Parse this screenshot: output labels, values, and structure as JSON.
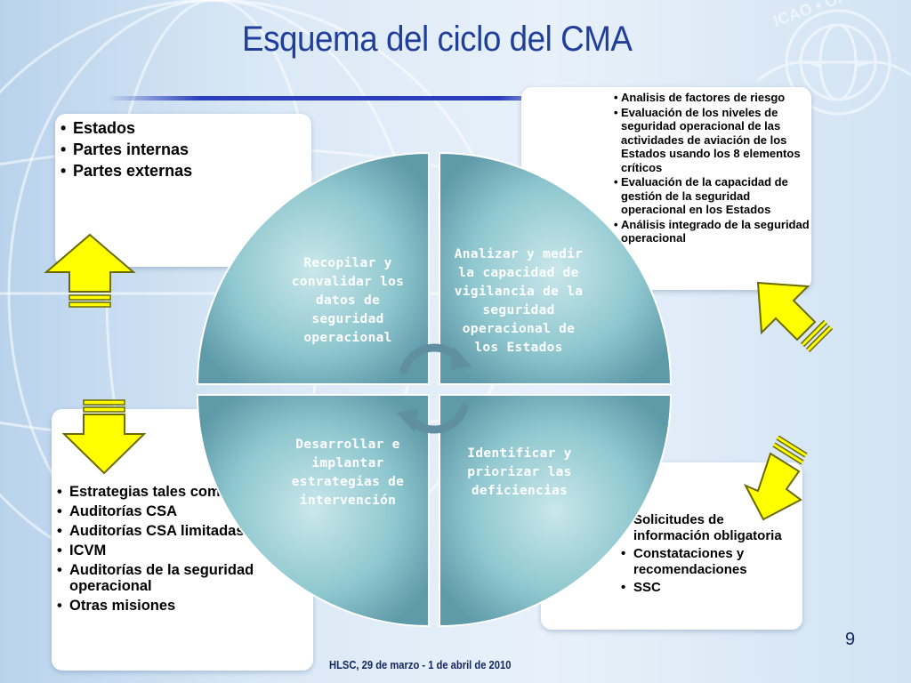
{
  "slide": {
    "title": "Esquema del ciclo del CMA",
    "page_number": "9",
    "footer": "HLSC, 29  de marzo - 1 de abril de 2010"
  },
  "colors": {
    "title": "#1f3f9a",
    "cycle_fill": "#8fc7cf",
    "arrow_fill": "#ffff00",
    "arrow_stroke": "#6a6a00"
  },
  "boxes": {
    "top_left": {
      "items": [
        "Estados",
        "Partes internas",
        "Partes externas"
      ]
    },
    "top_right": {
      "items": [
        "Analisis de factores de riesgo",
        "Evaluación de los niveles de seguridad operacional de las actividades de aviación de los Estados usando los 8 elementos críticos",
        "Evaluación de la capacidad de gestión de la seguridad operacional en los Estados",
        "Análisis integrado de la seguridad operacional"
      ]
    },
    "bottom_left": {
      "items": [
        "Estrategias tales como:",
        "Auditorías CSA",
        "Auditorías CSA limitadas",
        "ICVM",
        "Auditorías de la seguridad operacional",
        "Otras misiones"
      ]
    },
    "bottom_right": {
      "lead": "Solicitudes de información obligatoria",
      "items": [
        "Constataciones y recomendaciones",
        "SSC"
      ]
    }
  },
  "cycle": {
    "q1": "Recopilar y convalidar los datos de seguridad operacional",
    "q2": "Analizar y medir la capacidad de vigilancia de la seguridad operacional de los Estados",
    "q3": "Desarrollar e implantar estrategias de intervención",
    "q4": "Identificar y priorizar las deficiencias"
  },
  "icons": {
    "logo": "icao-logo-icon",
    "arrows": [
      "block-arrow-up-icon",
      "block-arrow-diagonal-up-left-icon",
      "block-arrow-down-icon",
      "block-arrow-diagonal-down-left-icon"
    ],
    "center": "circular-cycle-arrows-icon"
  }
}
